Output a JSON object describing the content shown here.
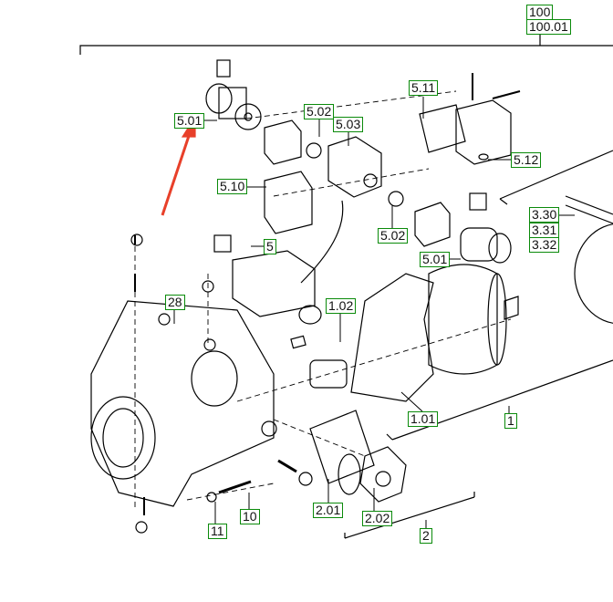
{
  "diagram": {
    "labels": {
      "l100": "100",
      "l100_01": "100.01",
      "l5_01_a": "5.01",
      "l5_02_a": "5.02",
      "l5_03": "5.03",
      "l5_11": "5.11",
      "l5_12": "5.12",
      "l5_10": "5.10",
      "l5": "5",
      "l5_02_b": "5.02",
      "l5_01_b": "5.01",
      "l3_30": "3.30",
      "l3_31": "3.31",
      "l3_32": "3.32",
      "l28": "28",
      "l1_02": "1.02",
      "l1_01": "1.01",
      "l1": "1",
      "l11": "11",
      "l10": "10",
      "l2_01": "2.01",
      "l2_02": "2.02",
      "l2": "2"
    },
    "colors": {
      "label_border": "#0a8a0a",
      "arrow": "#e8402a",
      "line": "#000000"
    }
  }
}
